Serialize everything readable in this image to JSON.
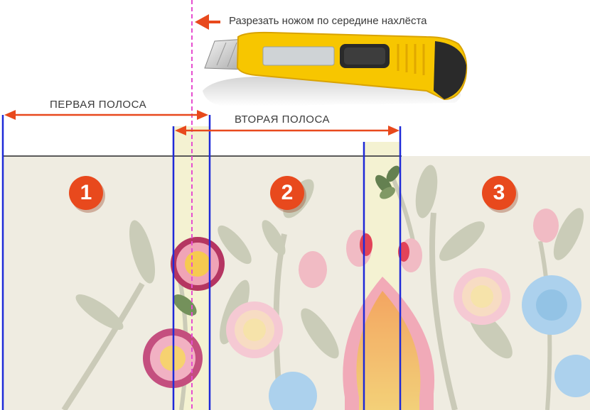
{
  "annotation": {
    "cut_instruction": "Разрезать ножом по середине нахлёста"
  },
  "strips": [
    {
      "label": "ПЕРВАЯ ПОЛОСА",
      "number": "1"
    },
    {
      "label": "ВТОРАЯ ПОЛОСА",
      "number": "2"
    },
    {
      "number": "3"
    }
  ],
  "colors": {
    "arrow": "#e8491d",
    "strip_border": "#1f2ad8",
    "cut_line": "#e64fd0",
    "wallpaper_bg": "#efece1",
    "overlap_bg": "#f4f2d2",
    "knife_body": "#f7c600",
    "knife_grip": "#2a2a2a"
  },
  "icons": {
    "knife": "utility-knife-icon",
    "arrow": "arrow-left-icon"
  }
}
